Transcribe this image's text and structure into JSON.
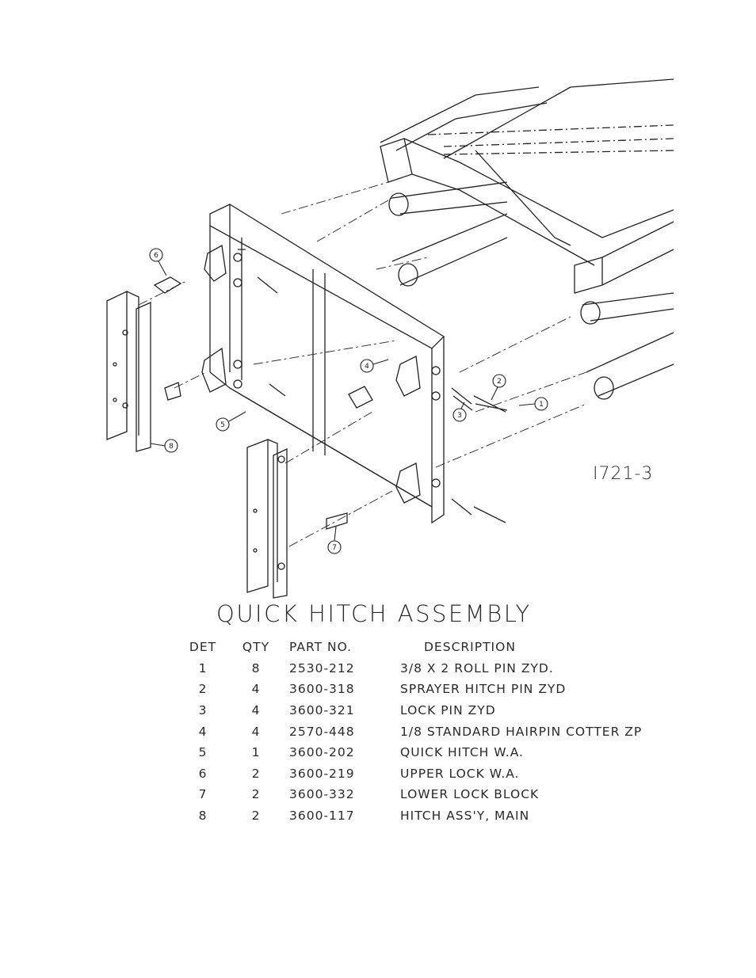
{
  "drawing_number": "I721-3",
  "title": "QUICK HITCH ASSEMBLY",
  "callouts": [
    "1",
    "2",
    "3",
    "4",
    "5",
    "6",
    "7",
    "8"
  ],
  "table": {
    "headers": {
      "det": "DET",
      "qty": "QTY",
      "part_no": "PART NO.",
      "description": "DESCRIPTION"
    },
    "rows": [
      {
        "det": "1",
        "qty": "8",
        "part_no": "2530-212",
        "description": "3/8 X 2 ROLL PIN ZYD."
      },
      {
        "det": "2",
        "qty": "4",
        "part_no": "3600-318",
        "description": "SPRAYER HITCH PIN ZYD"
      },
      {
        "det": "3",
        "qty": "4",
        "part_no": "3600-321",
        "description": "LOCK PIN ZYD"
      },
      {
        "det": "4",
        "qty": "4",
        "part_no": "2570-448",
        "description": "1/8 STANDARD HAIRPIN COTTER ZP"
      },
      {
        "det": "5",
        "qty": "1",
        "part_no": "3600-202",
        "description": "QUICK HITCH W.A."
      },
      {
        "det": "6",
        "qty": "2",
        "part_no": "3600-219",
        "description": "UPPER LOCK W.A."
      },
      {
        "det": "7",
        "qty": "2",
        "part_no": "3600-332",
        "description": "LOWER LOCK BLOCK"
      },
      {
        "det": "8",
        "qty": "2",
        "part_no": "3600-117",
        "description": "HITCH ASS'Y, MAIN"
      }
    ]
  }
}
